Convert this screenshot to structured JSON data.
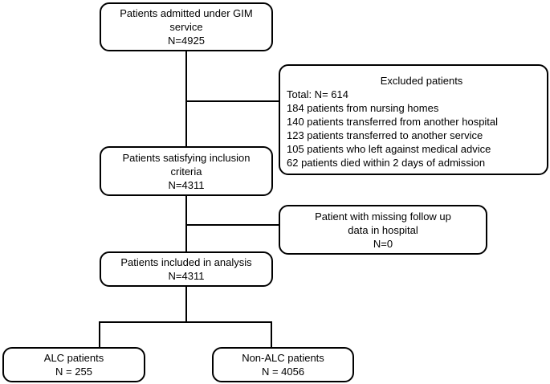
{
  "boxes": {
    "admitted": {
      "lines": [
        "Patients admitted under GIM",
        "service",
        "N=4925"
      ]
    },
    "excluded": {
      "title": "Excluded patients",
      "items": [
        "Total: N= 614",
        "184 patients from nursing homes",
        "140 patients transferred from another hospital",
        "123 patients transferred to another service",
        "105 patients who left against medical advice",
        "62 patients died within 2 days of admission"
      ]
    },
    "inclusion": {
      "lines": [
        "Patients satisfying inclusion",
        "criteria",
        "N=4311"
      ]
    },
    "missing": {
      "lines": [
        "Patient with missing follow up",
        "data in hospital",
        "N=0"
      ]
    },
    "analysis": {
      "lines": [
        "Patients included in analysis",
        "N=4311"
      ]
    },
    "alc": {
      "lines": [
        "ALC patients",
        "N = 255"
      ]
    },
    "nonalc": {
      "lines": [
        "Non-ALC patients",
        "N = 4056"
      ]
    }
  }
}
